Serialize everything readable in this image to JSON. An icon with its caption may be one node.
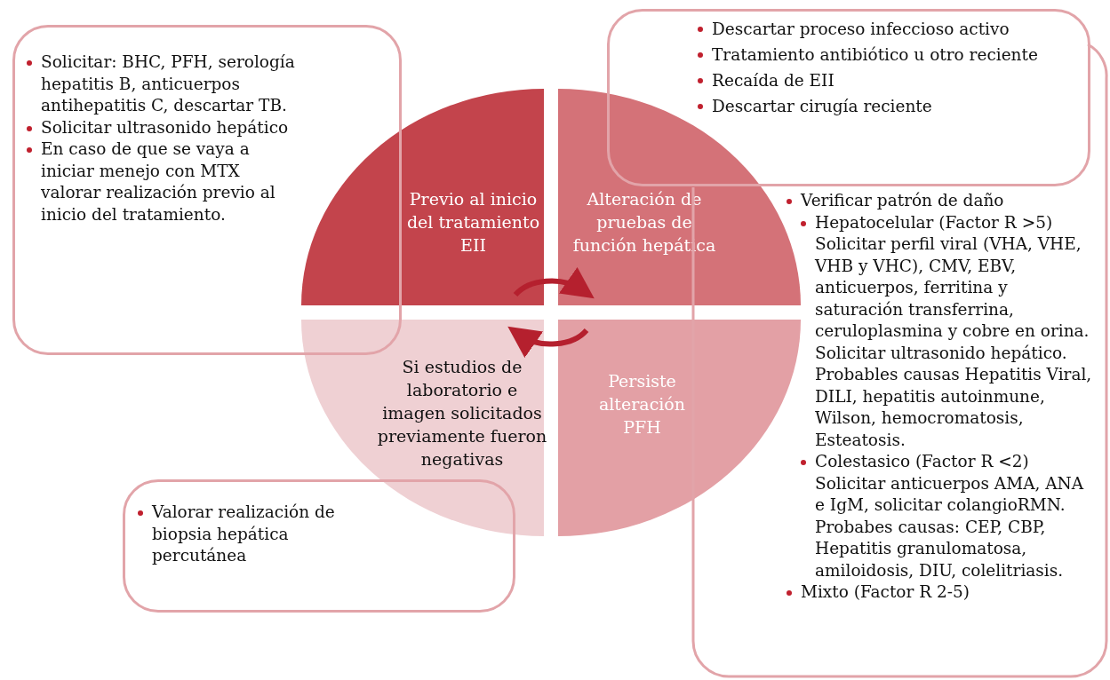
{
  "diagram": {
    "nodes": [
      {
        "text": [
          "Solicitar: BHC, PFH, serología hepatitis B, anticuerpos antihepatitis C, descartar TB.",
          "Solicitar ultrasonido hepático",
          "En caso de que se vaya a iniciar menejo con MTX valorar realización previo al inicio del tratamiento."
        ]
      },
      {
        "text": [
          "Previo al inicio del tratamiento EII"
        ]
      },
      {
        "text": [
          "Alteración de pruebas de función hepática"
        ]
      },
      {
        "text": [
          "Descartar proceso infeccioso activo",
          "Tratamiento antibiótico u otro reciente",
          "Recaída de EII",
          "Descartar cirugía reciente"
        ]
      },
      {
        "text": [
          "Verificar patrón de daño",
          "Hepatocelular (Factor R >5) Solicitar perfil viral (VHA, VHE, VHB y VHC), CMV, EBV, anticuerpos, ferritina y saturación transferrina, ceruloplasmina y cobre en orina. Solicitar ultrasonido hepático. Probables causas Hepatitis Viral, DILI, hepatitis autoinmune, Wilson, hemocromatosis, Esteatosis.",
          "Colestasico (Factor R <2) Solicitar anticuerpos AMA, ANA e IgM, solicitar colangioRMN. Probabes causas: CEP, CBP, Hepatitis granulomatosa, amiloidosis, DIU, colelitriasis.",
          "Mixto (Factor R 2-5)"
        ]
      },
      {
        "text": [
          "Si estudios de laboratorio e imagen solicitados previamente fueron negativas"
        ]
      },
      {
        "text": [
          "Persiste alteración PFH"
        ]
      },
      {
        "text": [
          "Valorar realización de biopsia hepática percutánea"
        ]
      }
    ],
    "edges": [
      {
        "from": 1,
        "to": 2,
        "arrow": "to"
      },
      {
        "from": 6,
        "to": 5,
        "arrow": "to"
      }
    ]
  }
}
